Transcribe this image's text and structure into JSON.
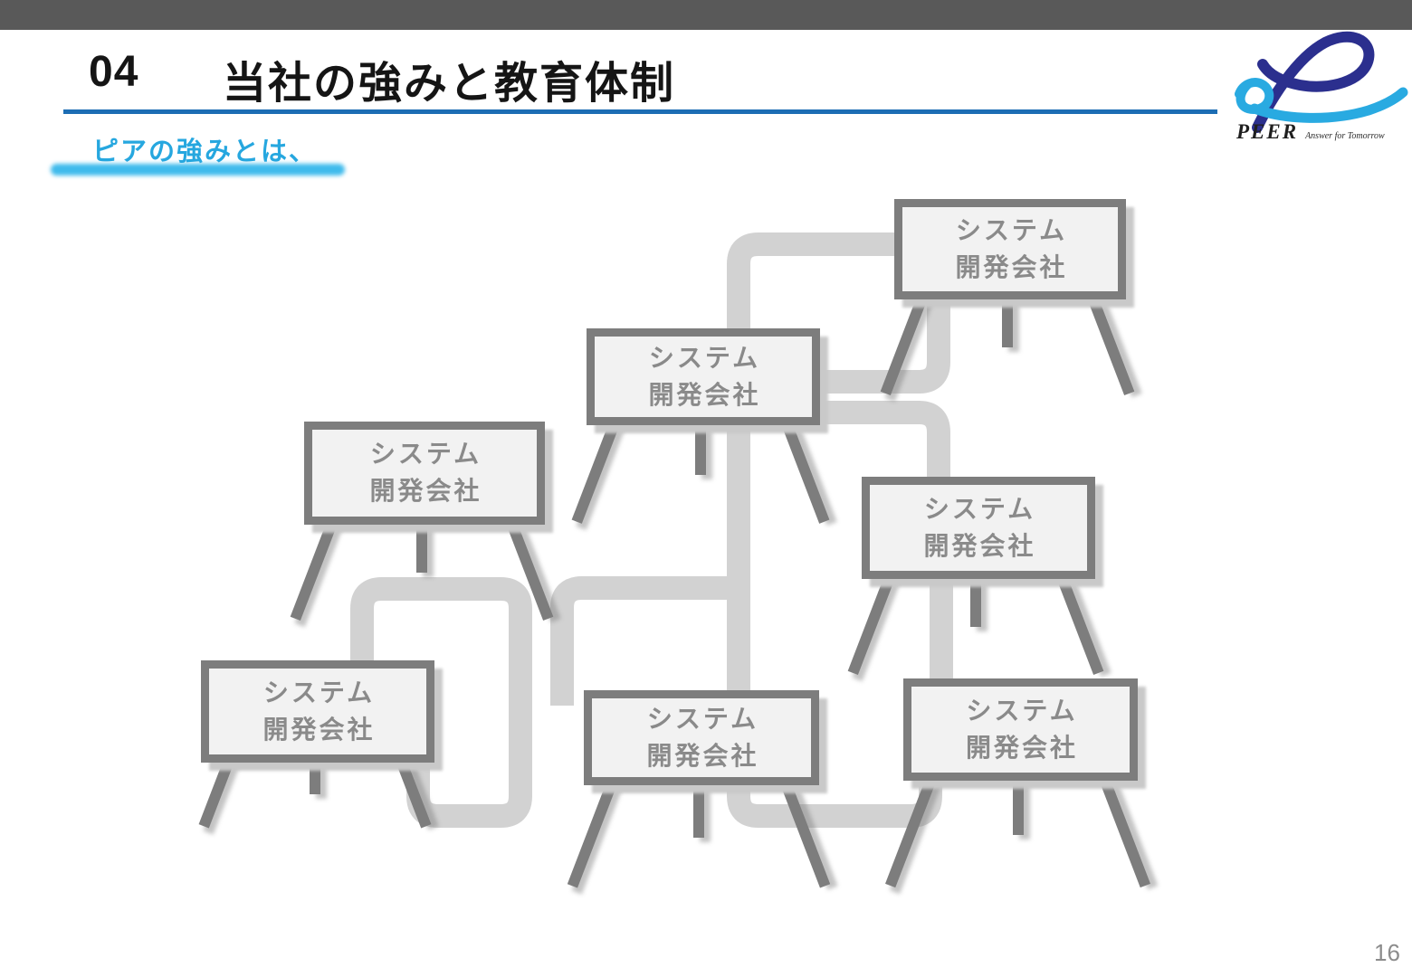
{
  "header": {
    "section_number": "04",
    "title": "当社の強みと教育体制",
    "subtitle": "ピアの強みとは、"
  },
  "logo": {
    "brand": "PEER",
    "tagline": "Answer for Tomorrow"
  },
  "diagram": {
    "nodes": [
      {
        "id": "top-right",
        "line1": "システム",
        "line2": "開発会社"
      },
      {
        "id": "upper-middle",
        "line1": "システム",
        "line2": "開発会社"
      },
      {
        "id": "middle-left",
        "line1": "システム",
        "line2": "開発会社"
      },
      {
        "id": "middle-right",
        "line1": "システム",
        "line2": "開発会社"
      },
      {
        "id": "bottom-left",
        "line1": "システム",
        "line2": "開発会社"
      },
      {
        "id": "bottom-middle",
        "line1": "システム",
        "line2": "開発会社"
      },
      {
        "id": "bottom-right",
        "line1": "システム",
        "line2": "開発会社"
      }
    ]
  },
  "page_number": "16",
  "colors": {
    "top_bar": "#595959",
    "title_rule_blue": "#1c6db4",
    "subtitle_blue": "#26a7df",
    "subtitle_highlight": "#40bbec",
    "connector_gray": "#d2d2d2",
    "board_border_gray": "#7d7d7d",
    "board_fill": "#f2f2f2",
    "board_text_gray": "#8a8a8a",
    "logo_dark_blue": "#2b2f8e",
    "logo_light_blue": "#29aae1"
  }
}
